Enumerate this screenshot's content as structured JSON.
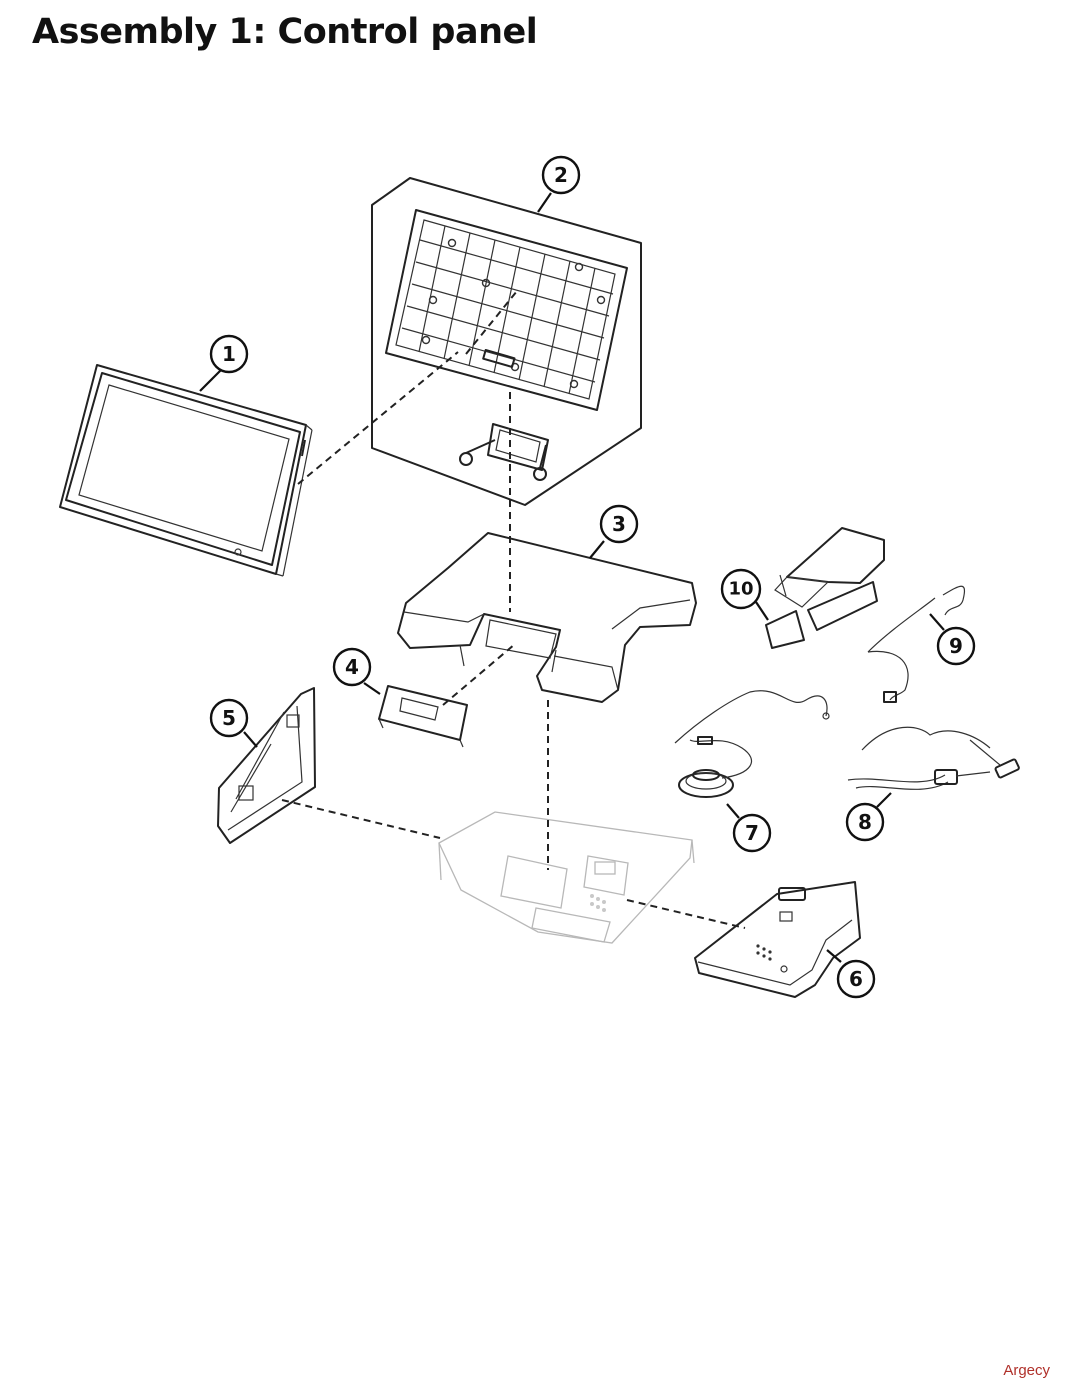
{
  "title": "Assembly 1: Control panel",
  "callouts": [
    "1",
    "2",
    "3",
    "4",
    "5",
    "6",
    "7",
    "8",
    "9",
    "10"
  ],
  "watermark": "Argecy"
}
